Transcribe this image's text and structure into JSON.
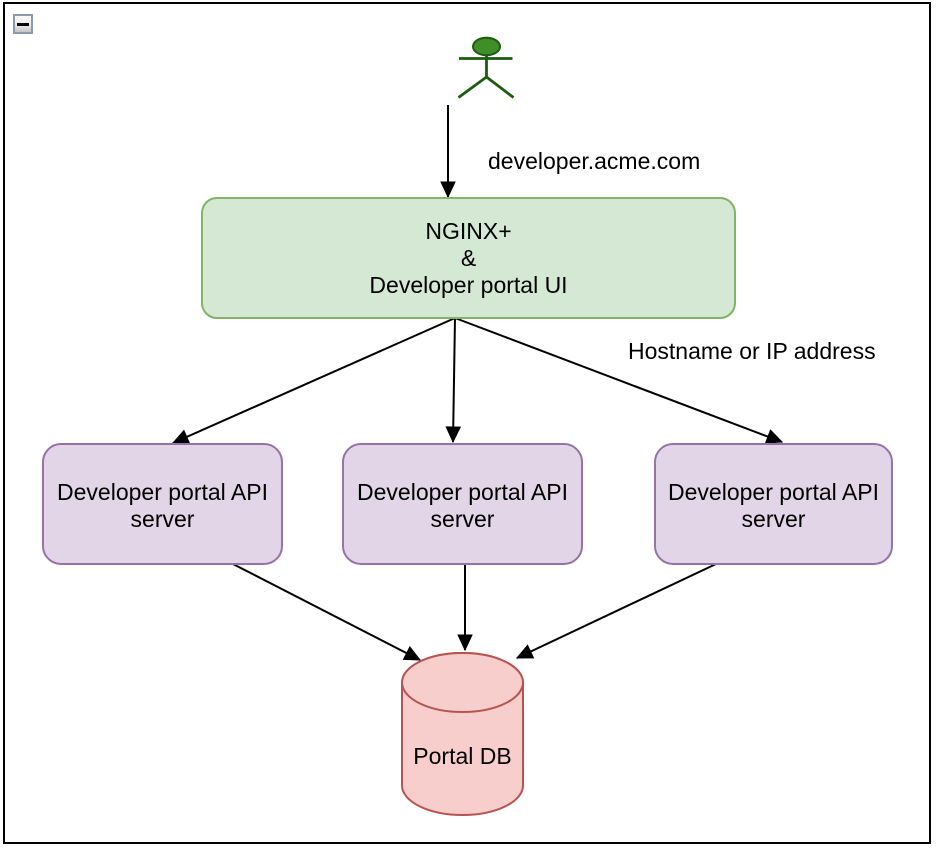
{
  "window": {
    "collapse_icon": "minus"
  },
  "colors": {
    "edge": "#000000",
    "text": "#000000",
    "frame": "#000000",
    "gateway_fill": "#d5e8d4",
    "gateway_stroke": "#82b366",
    "server_fill": "#e1d5e7",
    "server_stroke": "#9673a6",
    "db_fill": "#f8cecc",
    "db_stroke": "#b85450",
    "actor_fill": "#3f8e28",
    "actor_stroke": "#1e5b10"
  },
  "diagram": {
    "edge_labels": {
      "actor_to_gateway": "developer.acme.com",
      "gateway_to_servers": "Hostname or IP address"
    },
    "gateway": {
      "line1": "NGINX+",
      "line2": "&",
      "line3": "Developer portal UI"
    },
    "servers": [
      {
        "line1": "Developer portal API",
        "line2": "server"
      },
      {
        "line1": "Developer portal API",
        "line2": "server"
      },
      {
        "line1": "Developer portal API",
        "line2": "server"
      }
    ],
    "database": {
      "label": "Portal DB"
    }
  }
}
